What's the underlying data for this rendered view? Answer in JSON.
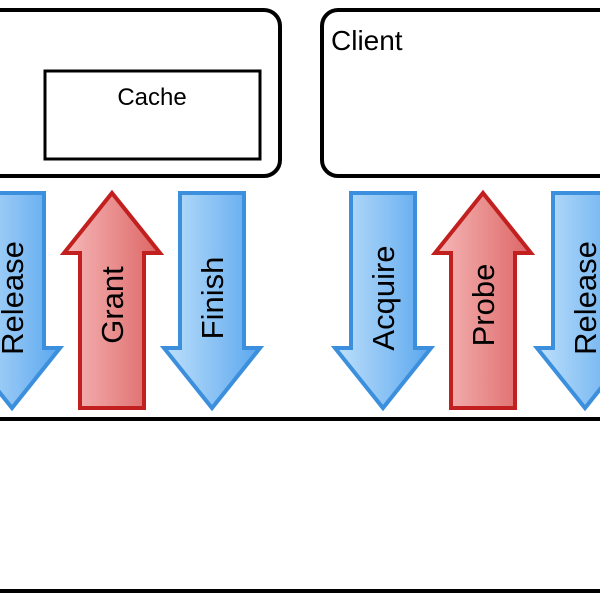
{
  "boxes": {
    "left_top_label": "",
    "cache_label": "Cache",
    "client_label": "Client"
  },
  "arrows": [
    {
      "label": "Release",
      "direction": "down",
      "color": "blue"
    },
    {
      "label": "Grant",
      "direction": "up",
      "color": "red"
    },
    {
      "label": "Finish",
      "direction": "down",
      "color": "blue"
    },
    {
      "label": "Acquire",
      "direction": "down",
      "color": "blue"
    },
    {
      "label": "Probe",
      "direction": "up",
      "color": "red"
    },
    {
      "label": "Release",
      "direction": "down",
      "color": "blue"
    }
  ],
  "colors": {
    "blue_fill_light": "#bfe0fb",
    "blue_fill_dark": "#5aa7ee",
    "blue_stroke": "#3b8fdc",
    "red_fill_light": "#f6b9b9",
    "red_fill_dark": "#dd6565",
    "red_stroke": "#c21f1f"
  }
}
